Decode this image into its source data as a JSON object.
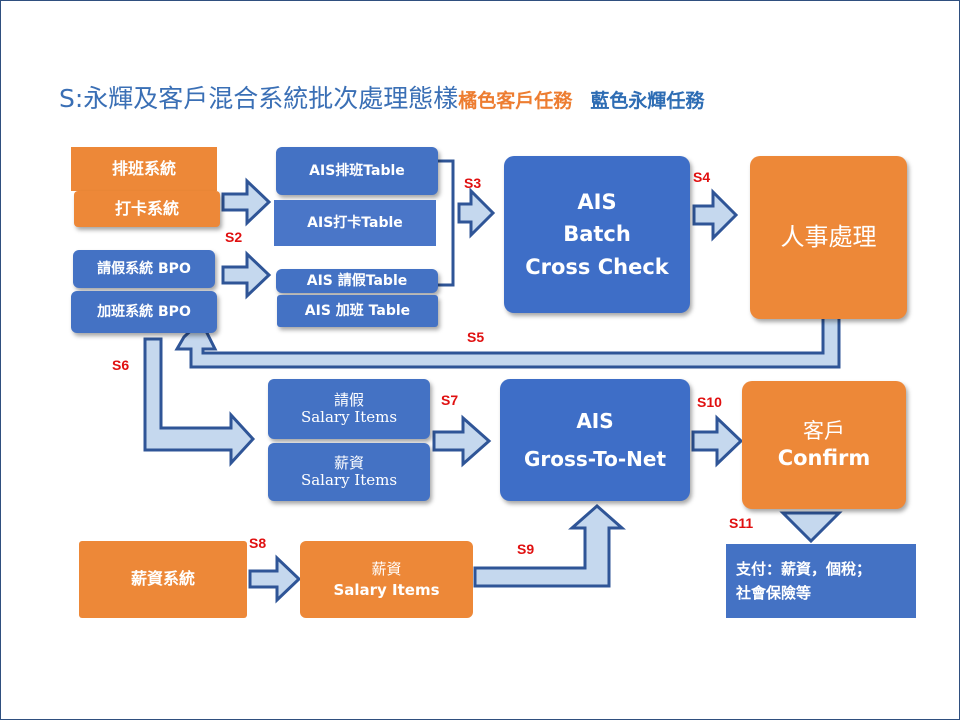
{
  "title": {
    "main": "S:永輝及客戶混合系統批次處理態樣",
    "orange_note": "橘色客戶任務",
    "blue_note": "藍色永輝任務"
  },
  "boxes": {
    "schedule_system": "排班系統",
    "clock_system": "打卡系統",
    "leave_system": "請假系統 BPO",
    "overtime_system": "加班系統 BPO",
    "ais_schedule_table": "AIS排班Table",
    "ais_clock_table": "AIS打卡Table",
    "ais_leave_table": "AIS 請假Table",
    "ais_overtime_table": "AIS 加班 Table",
    "ais_batch": [
      "AIS",
      "Batch",
      "Cross Check"
    ],
    "hr_process": "人事處理",
    "leave_salary": [
      "請假",
      "Salary Items"
    ],
    "pay_salary": [
      "薪資",
      "Salary Items"
    ],
    "ais_gross": [
      "AIS",
      "Gross-To-Net"
    ],
    "client_confirm": [
      "客戶",
      "Confirm"
    ],
    "payment": [
      "支付：薪資，個稅；",
      "社會保險等"
    ],
    "payroll_system": "薪資系統",
    "payroll_items": [
      "薪資",
      "Salary Items"
    ]
  },
  "step_labels": {
    "s2": "S2",
    "s3": "S3",
    "s4": "S4",
    "s5": "S5",
    "s6": "S6",
    "s7": "S7",
    "s8": "S8",
    "s9": "S9",
    "s10": "S10",
    "s11": "S11"
  },
  "colors": {
    "client_task": "#ed8838",
    "yonghui_task": "#4472c4",
    "step_label": "#e01010",
    "arrow_fill": "#c5d8ee",
    "arrow_stroke": "#2f5597"
  }
}
